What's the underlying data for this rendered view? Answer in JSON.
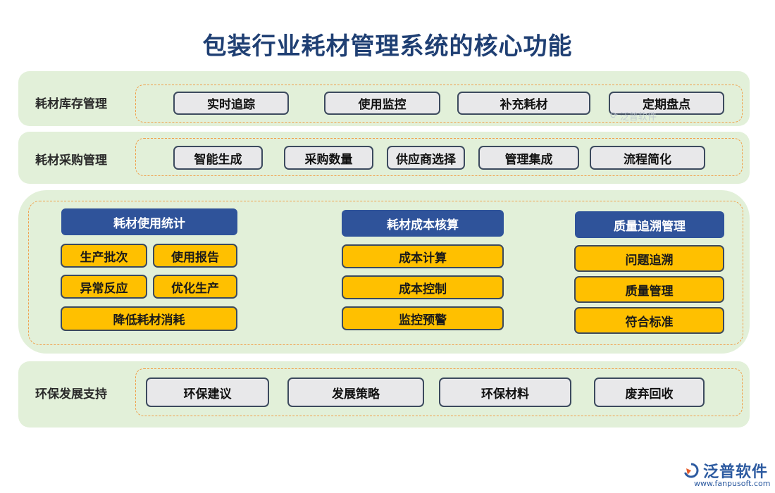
{
  "title": "包装行业耗材管理系统的核心功能",
  "sections": {
    "inventory": {
      "label": "耗材库存管理",
      "items": [
        "实时追踪",
        "使用监控",
        "补充耗材",
        "定期盘点"
      ]
    },
    "procurement": {
      "label": "耗材采购管理",
      "items": [
        "智能生成",
        "采购数量",
        "供应商选择",
        "管理集成",
        "流程简化"
      ]
    },
    "usage": {
      "title": "耗材使用统计",
      "items": [
        "生产批次",
        "使用报告",
        "异常反应",
        "优化生产",
        "降低耗材消耗"
      ]
    },
    "cost": {
      "title": "耗材成本核算",
      "items": [
        "成本计算",
        "成本控制",
        "监控预警"
      ]
    },
    "quality": {
      "title": "质量追溯管理",
      "items": [
        "问题追溯",
        "质量管理",
        "符合标准"
      ]
    },
    "eco": {
      "label": "环保发展支持",
      "items": [
        "环保建议",
        "发展策略",
        "环保材料",
        "废弃回收"
      ]
    }
  },
  "watermark": "泛普软件",
  "logo": {
    "name": "泛普软件",
    "url": "www.fanpusoft.com"
  },
  "colors": {
    "band": "#e2f0d9",
    "header": "#2f539a",
    "yellow": "#ffc000",
    "dash": "#f0a04b",
    "title": "#1f3f73"
  }
}
